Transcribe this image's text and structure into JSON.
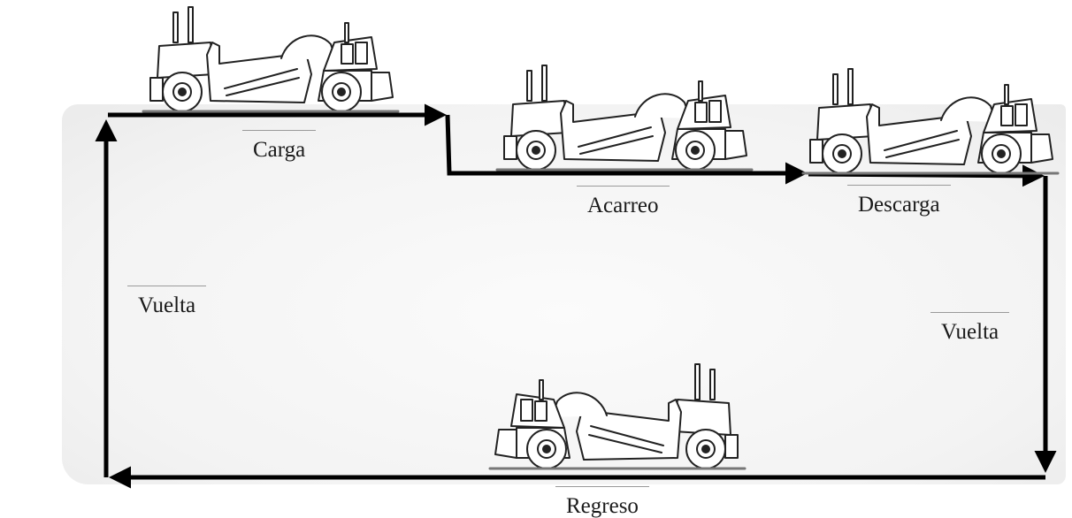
{
  "labels": {
    "carga": "Carga",
    "acarreo": "Acarreo",
    "descarga": "Descarga",
    "vuelta_left": "Vuelta",
    "vuelta_right": "Vuelta",
    "regreso": "Regreso"
  },
  "icons": {
    "vehicle": "scraper-icon"
  },
  "colors": {
    "line": "#000000",
    "machine_stroke": "#222222",
    "machine_fill": "#ffffff"
  }
}
